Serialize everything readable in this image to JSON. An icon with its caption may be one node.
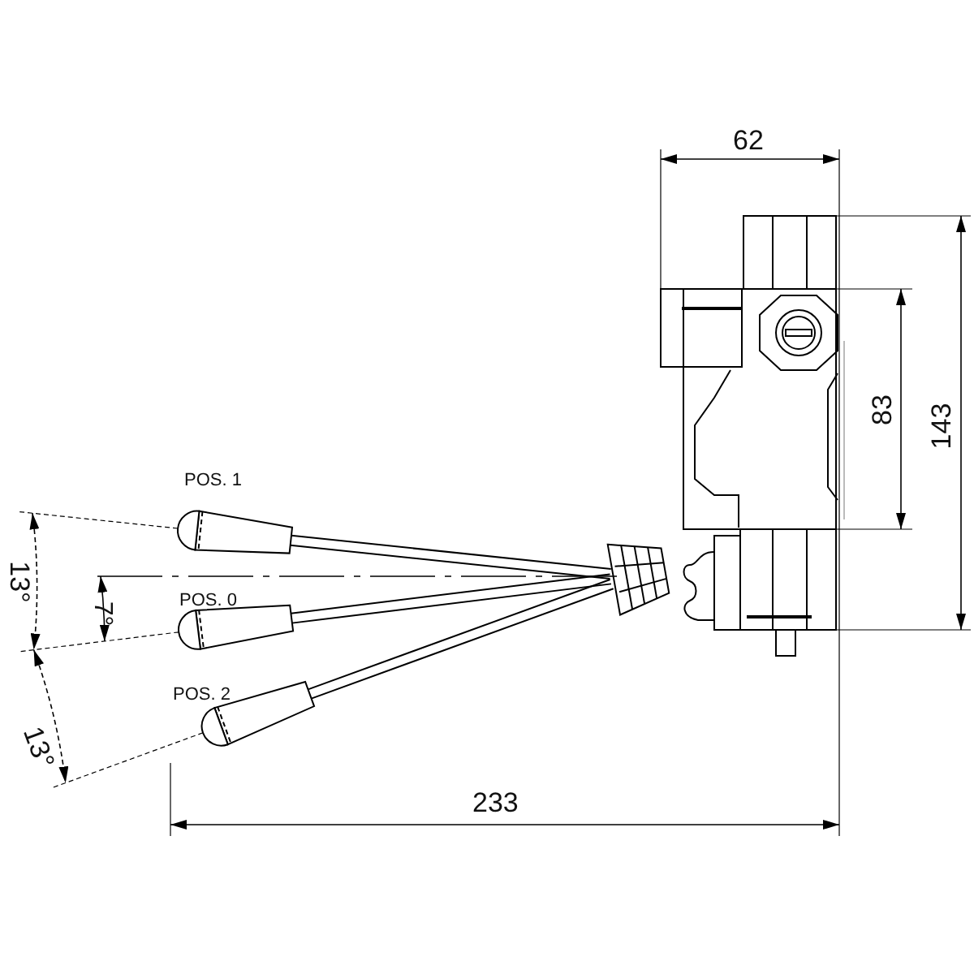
{
  "diagram": {
    "labels": [
      "62",
      "83",
      "143",
      "POS. 1",
      "13°",
      "7°",
      "POS. 0",
      "POS. 2",
      "13°",
      "233"
    ]
  }
}
